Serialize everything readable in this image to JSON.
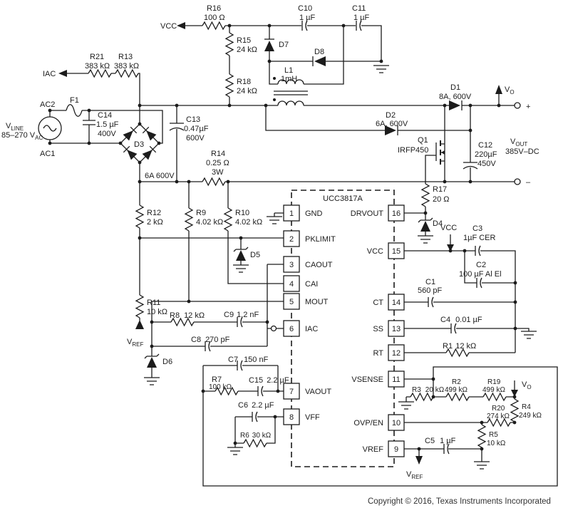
{
  "ic": {
    "name": "UCC3817A",
    "left_pins": [
      {
        "num": "1",
        "name": "GND"
      },
      {
        "num": "2",
        "name": "PKLIMIT"
      },
      {
        "num": "3",
        "name": "CAOUT"
      },
      {
        "num": "4",
        "name": "CAI"
      },
      {
        "num": "5",
        "name": "MOUT"
      },
      {
        "num": "6",
        "name": "IAC"
      },
      {
        "num": "7",
        "name": "VAOUT"
      },
      {
        "num": "8",
        "name": "VFF"
      }
    ],
    "right_pins": [
      {
        "num": "16",
        "name": "DRVOUT"
      },
      {
        "num": "15",
        "name": "VCC"
      },
      {
        "num": "14",
        "name": "CT"
      },
      {
        "num": "13",
        "name": "SS"
      },
      {
        "num": "12",
        "name": "RT"
      },
      {
        "num": "11",
        "name": "VSENSE"
      },
      {
        "num": "10",
        "name": "OVP/EN"
      },
      {
        "num": "9",
        "name": "VREF"
      }
    ]
  },
  "components": {
    "r16": {
      "ref": "R16",
      "value": "100 Ω"
    },
    "r15": {
      "ref": "R15",
      "value": "24 kΩ"
    },
    "r18": {
      "ref": "R18",
      "value": "24 kΩ"
    },
    "r21": {
      "ref": "R21",
      "value": "383 kΩ"
    },
    "r13": {
      "ref": "R13",
      "value": "383 kΩ"
    },
    "f1": {
      "ref": "F1"
    },
    "c14": {
      "ref": "C14",
      "value": "1.5 µF",
      "rating": "400V"
    },
    "c13": {
      "ref": "C13",
      "value": "0.47µF",
      "rating": "600V"
    },
    "d3": {
      "ref": "D3",
      "rating": "6A  600V"
    },
    "r14": {
      "ref": "R14",
      "value": "0.25 Ω",
      "rating": "3W"
    },
    "r12": {
      "ref": "R12",
      "value": "2 kΩ"
    },
    "r11": {
      "ref": "R11",
      "value": "10 kΩ"
    },
    "r9": {
      "ref": "R9",
      "value": "4.02 kΩ"
    },
    "r10": {
      "ref": "R10",
      "value": "4.02 kΩ"
    },
    "d5": {
      "ref": "D5"
    },
    "d6": {
      "ref": "D6"
    },
    "r8": {
      "ref": "R8",
      "value": "12 kΩ"
    },
    "c9": {
      "ref": "C9",
      "value": "1.2 nF"
    },
    "c8": {
      "ref": "C8",
      "value": "270 pF"
    },
    "c7": {
      "ref": "C7",
      "value": "150 nF"
    },
    "r7": {
      "ref": "R7",
      "value": "100 kΩ"
    },
    "c15": {
      "ref": "C15",
      "value": "2.2 µF"
    },
    "c6": {
      "ref": "C6",
      "value": "2.2 µF"
    },
    "r6": {
      "ref": "R6",
      "value": "30 kΩ"
    },
    "c10": {
      "ref": "C10",
      "value": "1 µF"
    },
    "c11": {
      "ref": "C11",
      "value": "1 µF"
    },
    "d7": {
      "ref": "D7"
    },
    "d8": {
      "ref": "D8"
    },
    "l1": {
      "ref": "L1",
      "value": "1mH"
    },
    "d1": {
      "ref": "D1",
      "rating": "8A, 600V"
    },
    "d2": {
      "ref": "D2",
      "rating": "6A, 600V"
    },
    "q1": {
      "ref": "Q1",
      "value": "IRFP450"
    },
    "c12": {
      "ref": "C12",
      "value": "220µF",
      "rating": "450V"
    },
    "r17": {
      "ref": "R17",
      "value": "20 Ω"
    },
    "d4": {
      "ref": "D4"
    },
    "c3": {
      "ref": "C3",
      "value": "1µF CER"
    },
    "c2": {
      "ref": "C2",
      "value": "100 µF  Al El"
    },
    "c1": {
      "ref": "C1",
      "value": "560 pF"
    },
    "c4": {
      "ref": "C4",
      "value": "0.01 µF"
    },
    "r1": {
      "ref": "R1",
      "value": "12 kΩ"
    },
    "r3": {
      "ref": "R3",
      "value": "20 kΩ"
    },
    "r2": {
      "ref": "R2",
      "value": "499 kΩ"
    },
    "r19": {
      "ref": "R19",
      "value": "499 kΩ"
    },
    "r20": {
      "ref": "R20",
      "value": "274 kΩ"
    },
    "r4": {
      "ref": "R4",
      "value": "249 kΩ"
    },
    "r5": {
      "ref": "R5",
      "value": "10 kΩ"
    },
    "c5": {
      "ref": "C5",
      "value": "1 µF"
    }
  },
  "ports": {
    "vcc_top": "VCC",
    "vcc_mid": "VCC",
    "iac": "IAC",
    "ac1": "AC1",
    "ac2": "AC2",
    "vline": {
      "main": "V",
      "sub": "LINE"
    },
    "vline_range": {
      "main": "85–270 V",
      "sub": "AC"
    },
    "vo": {
      "main": "V",
      "sub": "O"
    },
    "vout": {
      "main": "V",
      "sub": "OUT"
    },
    "vout_value": "385V–DC",
    "vref": {
      "main": "V",
      "sub": "REF"
    },
    "plus": "+",
    "minus": "–"
  },
  "footer": {
    "copyright": "Copyright © 2016, Texas Instruments Incorporated"
  }
}
